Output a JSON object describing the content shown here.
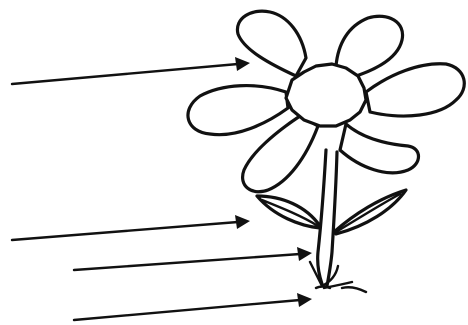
{
  "diagram": {
    "subject": "flower",
    "line_color": "#111111",
    "background": "#ffffff",
    "parts": [
      {
        "id": "petal",
        "icon": "petal-shape"
      },
      {
        "id": "leaf",
        "icon": "leaf-shape"
      },
      {
        "id": "stem",
        "icon": "stem-shape"
      },
      {
        "id": "root",
        "icon": "root-shape"
      },
      {
        "id": "flower-center",
        "icon": "center-shape"
      }
    ],
    "label_arrows": [
      {
        "points_to": "petal"
      },
      {
        "points_to": "leaf"
      },
      {
        "points_to": "stem"
      },
      {
        "points_to": "root"
      }
    ]
  }
}
